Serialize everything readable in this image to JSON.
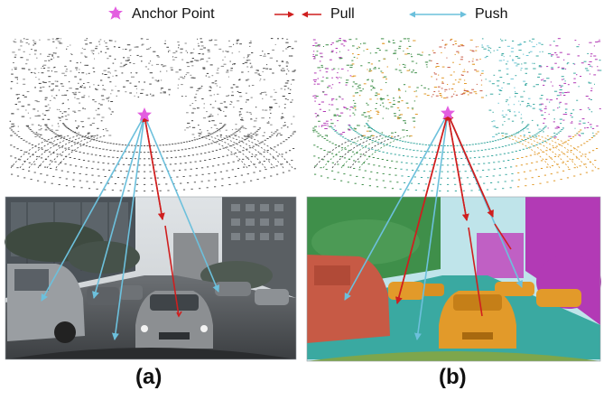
{
  "legend": {
    "anchor_label": "Anchor Point",
    "pull_label": "Pull",
    "push_label": "Push"
  },
  "colors": {
    "anchor": "#e35ee0",
    "pull": "#cf1f1f",
    "push": "#6cc0dc",
    "seg_building_left": "#3f8f4a",
    "seg_sky": "#bfe4ea",
    "seg_building_right": "#b23ab5",
    "seg_road": "#3aa9a1",
    "seg_car_orange": "#e29a2a",
    "seg_van_red": "#c75a45",
    "seg_ground": "#7da64c"
  },
  "panels": {
    "a": {
      "label": "(a)"
    },
    "b": {
      "label": "(b)"
    }
  }
}
